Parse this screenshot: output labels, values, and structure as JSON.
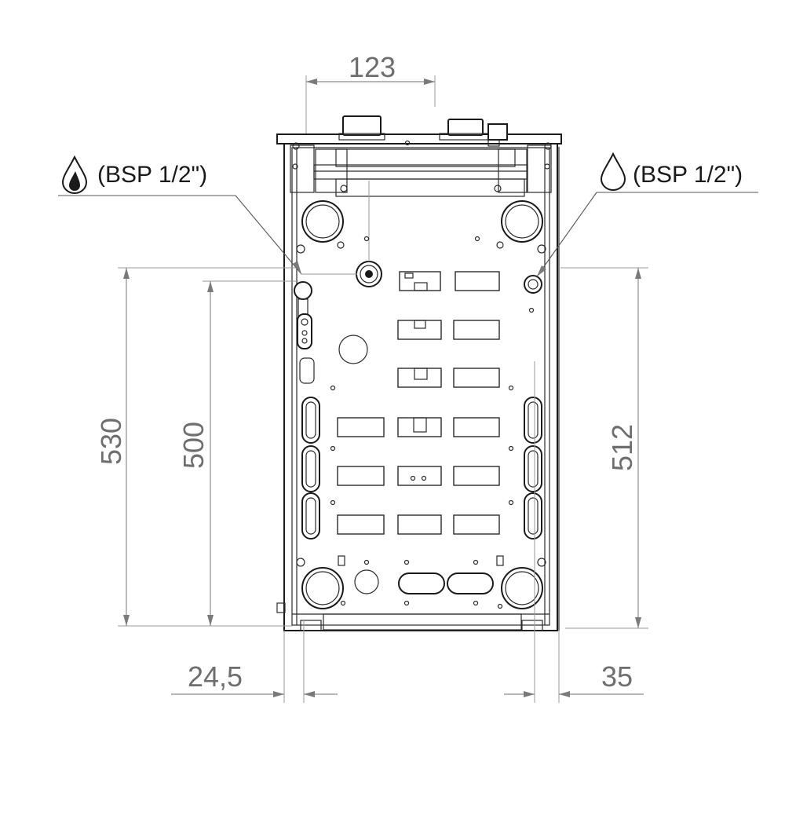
{
  "dimensions": {
    "top_width": "123",
    "left_outer_height": "530",
    "left_inner_height": "500",
    "right_height": "512",
    "bottom_left_offset": "24,5",
    "bottom_right_offset": "35"
  },
  "connections": {
    "gas": {
      "label": "(BSP 1/2\")",
      "icon": "gas-flame-drop-icon"
    },
    "water": {
      "label": "(BSP 1/2\")",
      "icon": "water-drop-icon"
    }
  },
  "colors": {
    "line": "#1a1a1a",
    "dimension": "#8c8c8c",
    "background": "#ffffff"
  }
}
